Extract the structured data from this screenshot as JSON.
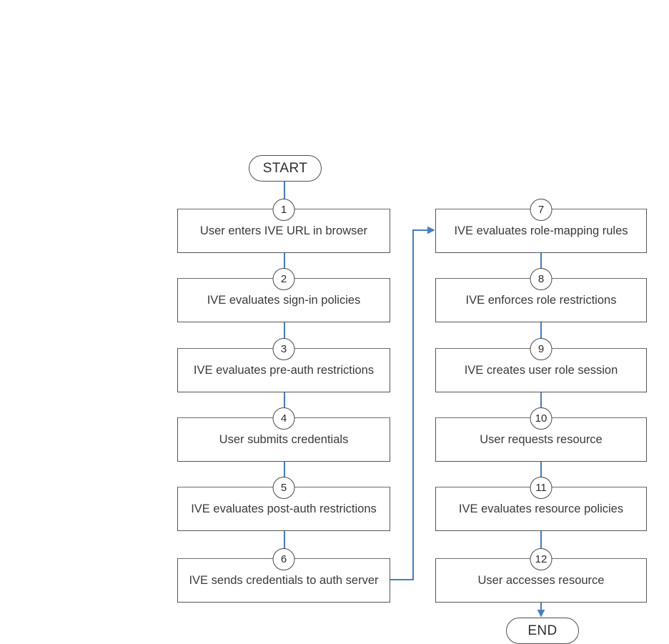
{
  "diagram": {
    "type": "flowchart",
    "orientation": "two-column, top-to-bottom, left column then right column",
    "accent_color": "#4a7ebb",
    "box_border_color": "#555555",
    "text_color": "#3a3a3a",
    "background": "#ffffff",
    "start_label": "START",
    "end_label": "END",
    "steps": [
      {
        "num": "1",
        "label": "User enters IVE URL in browser",
        "column": "left"
      },
      {
        "num": "2",
        "label": "IVE evaluates sign-in policies",
        "column": "left"
      },
      {
        "num": "3",
        "label": "IVE evaluates pre-auth restrictions",
        "column": "left"
      },
      {
        "num": "4",
        "label": "User submits credentials",
        "column": "left"
      },
      {
        "num": "5",
        "label": "IVE evaluates post-auth restrictions",
        "column": "left"
      },
      {
        "num": "6",
        "label": "IVE sends credentials to auth server",
        "column": "left"
      },
      {
        "num": "7",
        "label": "IVE evaluates role-mapping rules",
        "column": "right"
      },
      {
        "num": "8",
        "label": "IVE enforces role restrictions",
        "column": "right"
      },
      {
        "num": "9",
        "label": "IVE creates user role session",
        "column": "right"
      },
      {
        "num": "10",
        "label": "User requests resource",
        "column": "right"
      },
      {
        "num": "11",
        "label": "IVE evaluates resource policies",
        "column": "right"
      },
      {
        "num": "12",
        "label": "User accesses resource",
        "column": "right"
      }
    ],
    "connections": [
      {
        "from": "START",
        "to": "1",
        "kind": "straight-down"
      },
      {
        "from": "1",
        "to": "2",
        "kind": "straight-down"
      },
      {
        "from": "2",
        "to": "3",
        "kind": "straight-down"
      },
      {
        "from": "3",
        "to": "4",
        "kind": "straight-down"
      },
      {
        "from": "4",
        "to": "5",
        "kind": "straight-down"
      },
      {
        "from": "5",
        "to": "6",
        "kind": "straight-down"
      },
      {
        "from": "6",
        "to": "7",
        "kind": "elbow-right-up-right"
      },
      {
        "from": "7",
        "to": "8",
        "kind": "straight-down"
      },
      {
        "from": "8",
        "to": "9",
        "kind": "straight-down"
      },
      {
        "from": "9",
        "to": "10",
        "kind": "straight-down"
      },
      {
        "from": "10",
        "to": "11",
        "kind": "straight-down"
      },
      {
        "from": "11",
        "to": "12",
        "kind": "straight-down"
      },
      {
        "from": "12",
        "to": "END",
        "kind": "straight-down"
      }
    ]
  }
}
